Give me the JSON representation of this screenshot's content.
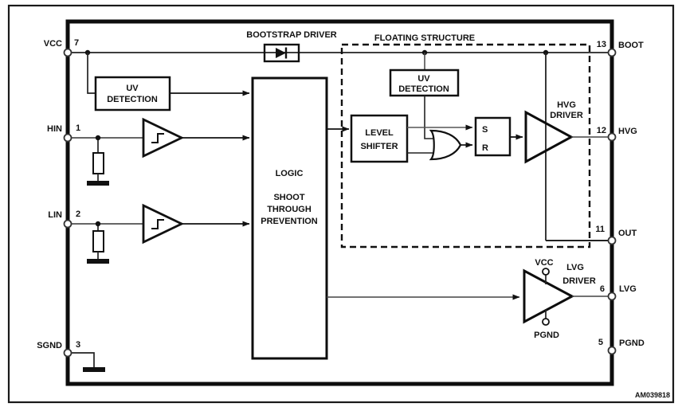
{
  "colors": {
    "pin_number": "#3b3a64",
    "diagram_code": "#5c5270",
    "line": "#1a1a1a"
  },
  "diagram_code": "AM039818",
  "labels": {
    "bootstrap_driver": "BOOTSTRAP DRIVER",
    "floating_structure": "FLOATING STRUCTURE"
  },
  "blocks": {
    "uv_detection_main": {
      "line1": "UV",
      "line2": "DETECTION"
    },
    "uv_detection_floating": {
      "line1": "UV",
      "line2": "DETECTION"
    },
    "logic": {
      "line1": "LOGIC",
      "line2": "SHOOT",
      "line3": "THROUGH",
      "line4": "PREVENTION"
    },
    "level_shifter": {
      "line1": "LEVEL",
      "line2": "SHIFTER"
    },
    "sr_latch": {
      "set": "S",
      "reset": "R"
    },
    "hvg_driver": {
      "line1": "HVG",
      "line2": "DRIVER"
    },
    "lvg_driver": {
      "line1": "LVG",
      "line2": "DRIVER",
      "vcc": "VCC",
      "pgnd": "PGND"
    }
  },
  "pins": {
    "left": [
      {
        "name": "VCC",
        "number": "7"
      },
      {
        "name": "HIN",
        "number": "1"
      },
      {
        "name": "LIN",
        "number": "2"
      },
      {
        "name": "SGND",
        "number": "3"
      }
    ],
    "right": [
      {
        "name": "BOOT",
        "number": "13"
      },
      {
        "name": "HVG",
        "number": "12"
      },
      {
        "name": "OUT",
        "number": "11"
      },
      {
        "name": "LVG",
        "number": "6"
      },
      {
        "name": "PGND",
        "number": "5"
      }
    ]
  }
}
